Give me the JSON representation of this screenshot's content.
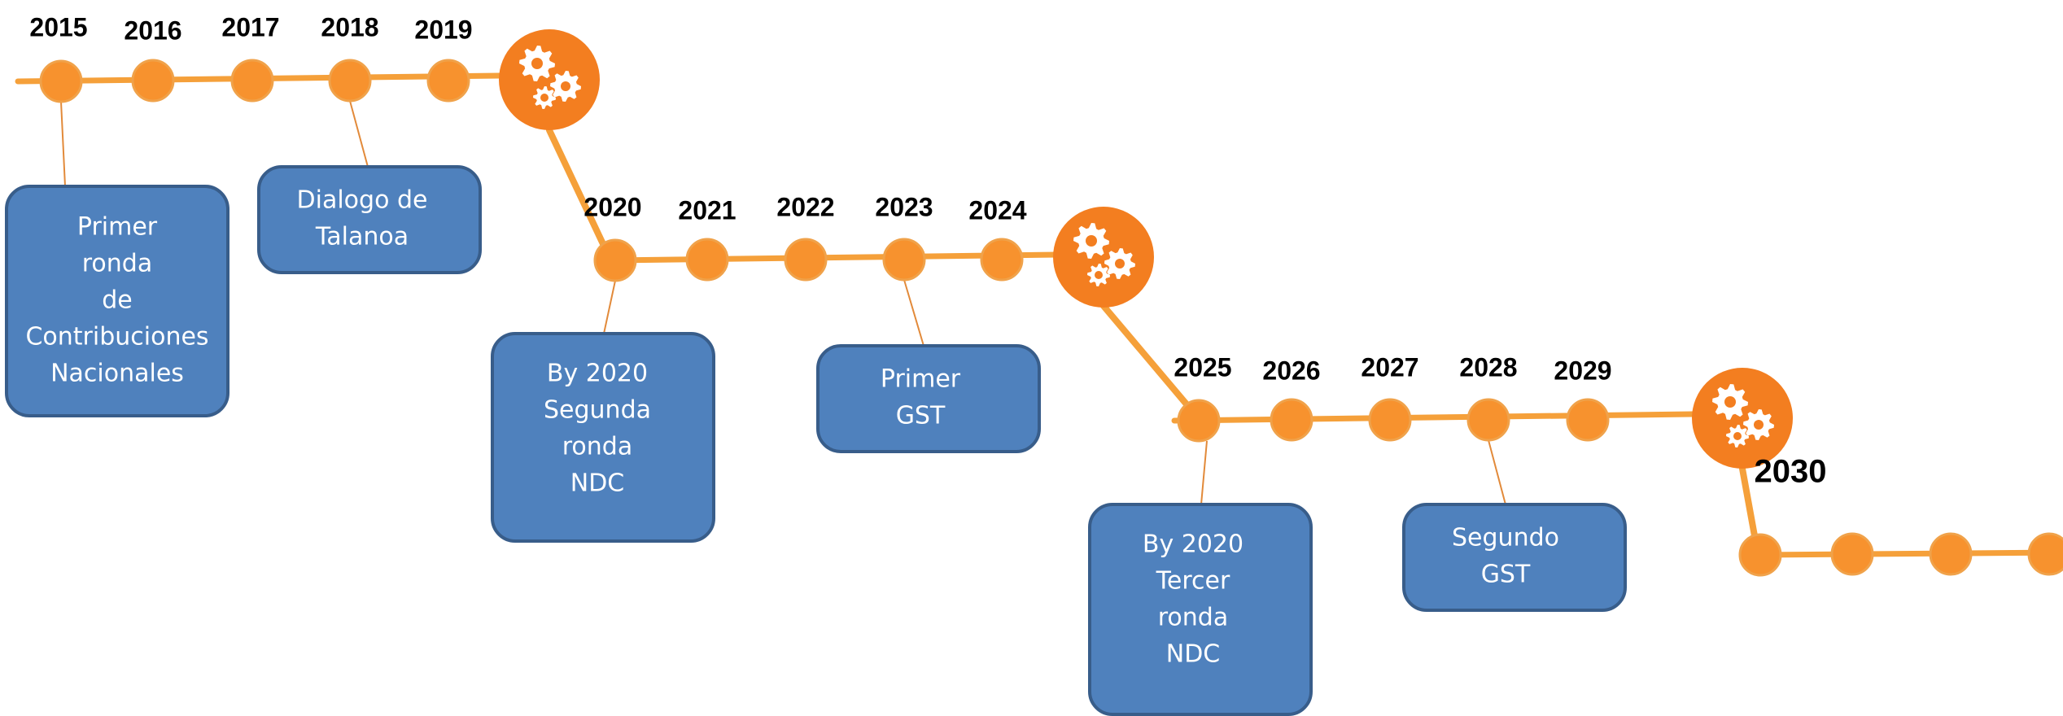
{
  "colors": {
    "line": "#F5A03A",
    "dot": "#F7922E",
    "dot_stroke": "#F0A24A",
    "gear_circle": "#F37E20",
    "box_fill": "#4F81BD",
    "box_stroke": "#385D8A",
    "connector": "#E28A3A"
  },
  "years": [
    "2015",
    "2016",
    "2017",
    "2018",
    "2019",
    "2020",
    "2021",
    "2022",
    "2023",
    "2024",
    "2025",
    "2026",
    "2027",
    "2028",
    "2029",
    "2030"
  ],
  "milestones": [
    {
      "id": "primer-ronda",
      "lines": [
        "Primer",
        "ronda",
        "de",
        "Contribuciones",
        "Nacionales"
      ]
    },
    {
      "id": "dialogo-talanoa",
      "lines": [
        "Dialogo de",
        "Talanoa"
      ]
    },
    {
      "id": "segunda-ronda",
      "lines": [
        "By 2020",
        "Segunda",
        "ronda",
        "NDC"
      ]
    },
    {
      "id": "primer-gst",
      "lines": [
        "Primer",
        "GST"
      ]
    },
    {
      "id": "tercer-ronda",
      "lines": [
        "By 2020",
        "Tercer",
        "ronda",
        "NDC"
      ]
    },
    {
      "id": "segundo-gst",
      "lines": [
        "Segundo",
        "GST"
      ]
    }
  ],
  "icons": {
    "milestone_gear": "gears-icon"
  }
}
